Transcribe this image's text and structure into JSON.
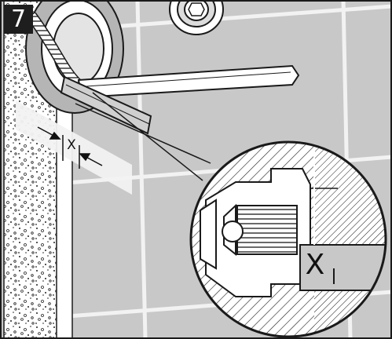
{
  "figure": {
    "step_number": "7",
    "dimension_label": "X",
    "detail_dimension_label": "X"
  },
  "colors": {
    "tile_background": "#c8c8c8",
    "grout": "#f2f2f2",
    "badge": "#1e1e1e",
    "outline": "#1a1a1a"
  }
}
